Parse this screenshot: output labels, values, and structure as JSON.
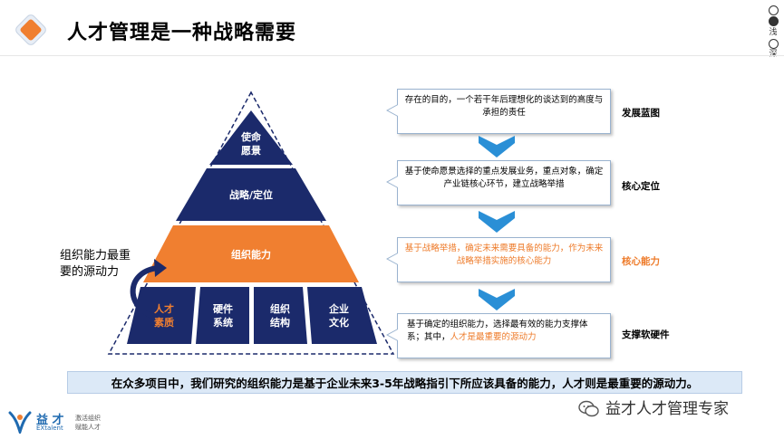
{
  "header": {
    "title": "人才管理是一种战略需要",
    "brand_vertical": [
      "深",
      "浅"
    ]
  },
  "pyramid": {
    "levels": [
      {
        "label_lines": [
          "使命",
          "愿景"
        ]
      },
      {
        "label_lines": [
          "战略/定位"
        ]
      },
      {
        "label_lines": [
          "组织能力"
        ]
      }
    ],
    "base": [
      {
        "label_lines": [
          "人才",
          "素质"
        ]
      },
      {
        "label_lines": [
          "硬件",
          "系统"
        ]
      },
      {
        "label_lines": [
          "组织",
          "结构"
        ]
      },
      {
        "label_lines": [
          "企业",
          "文化"
        ]
      }
    ],
    "colors": {
      "navy": "#1b2a6b",
      "orange": "#f07f30",
      "dash": "#1b2a6b"
    }
  },
  "side_label": {
    "lines": [
      "组织能力最重",
      "要的源动力"
    ]
  },
  "callouts": [
    {
      "text": "存在的目的，一个若干年后理想化的谈达到的高度与承担的责任",
      "label": "发展蓝图"
    },
    {
      "text": "基于使命愿景选择的重点发展业务，重点对象，确定产业链核心环节，建立战略举措",
      "label": "核心定位"
    },
    {
      "text": "基于战略举措，确定未来需要具备的能力，作为未来战略举措实施的核心能力",
      "label": "核心能力"
    },
    {
      "text_a": "基于确定的组织能力，选择最有效的能力支撑体系；其中，",
      "text_b": "人才是最重要的源动力",
      "label": "支撑软硬件"
    }
  ],
  "summary": "在众多项目中，我们研究的组织能力是基于企业未来3-5年战略指引下所应该具备的能力，人才则是最重要的源动力。",
  "footer": {
    "brand": "益 才",
    "brand_en": "EXtalent",
    "tagline": [
      "激活组织",
      "赋能人才"
    ]
  },
  "watermark": "益才人才管理专家"
}
